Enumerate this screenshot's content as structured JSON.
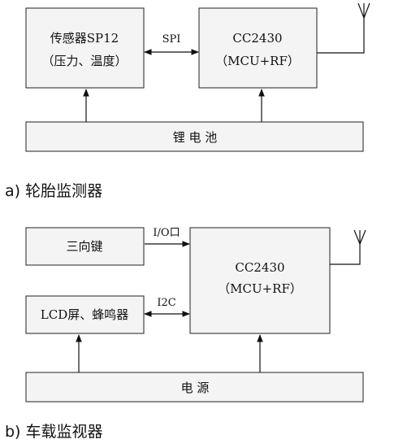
{
  "diagram_a": {
    "sensor_line1": "传感器SP12",
    "sensor_line2": "（压力、温度）",
    "spi_label": "SPI",
    "mcu_line1": "CC2430",
    "mcu_line2": "（MCU+RF）",
    "battery": "锂  电  池",
    "caption": "a) 轮胎监测器"
  },
  "diagram_b": {
    "keys": "三向键",
    "io_label": "I/O口",
    "lcd": "LCD屏、蜂鸣器",
    "i2c_label": "I2C",
    "mcu_line1": "CC2430",
    "mcu_line2": "（MCU+RF）",
    "power": "电              源",
    "caption": "b) 车载监视器"
  }
}
